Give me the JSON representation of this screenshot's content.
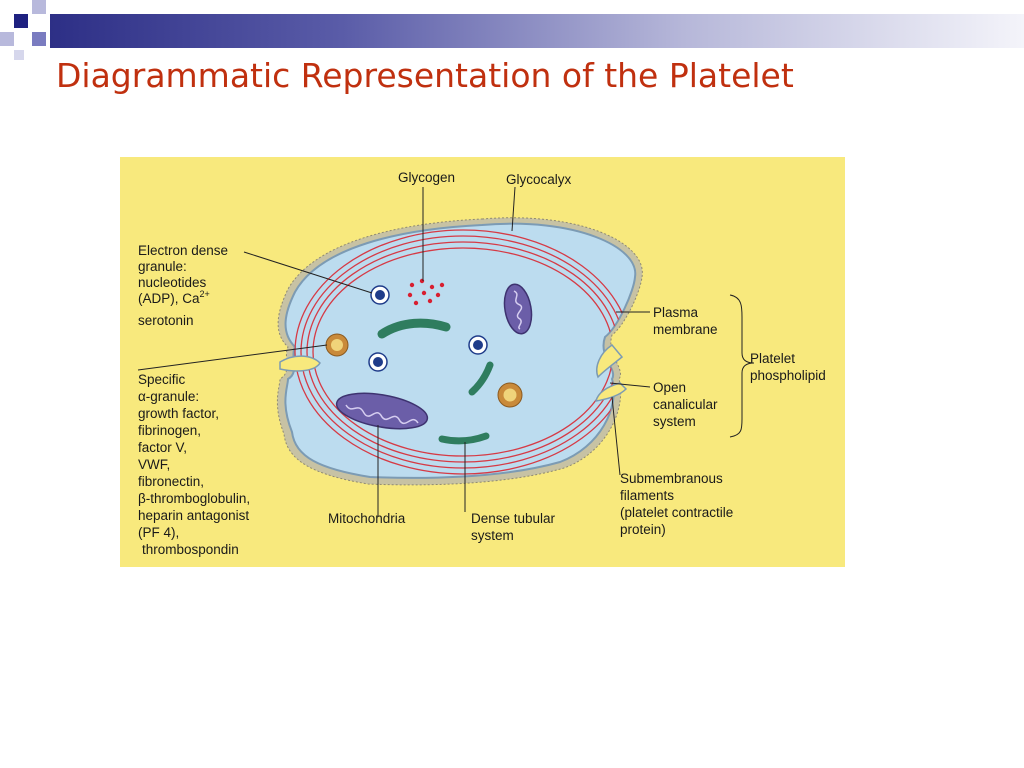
{
  "title": "Diagrammatic Representation of the Platelet",
  "colors": {
    "title": "#c0300f",
    "header_dark": "#2d2f86",
    "panel": "#f8e97d",
    "cytoplasm": "#bcdcef",
    "membrane_lines": "#d63a45",
    "mitochondria": "#6b5ea8",
    "dense_tubular": "#2f7d5f",
    "dense_granule": "#1f3c8a",
    "alpha_granule": "#c98a3a",
    "glycogen": "#d81f30"
  },
  "labels": {
    "glycogen": "Glycogen",
    "glycocalyx": "Glycocalyx",
    "electron_dense": [
      "Electron dense",
      "granule:",
      "nucleotides",
      "(ADP), Ca",
      "serotonin"
    ],
    "ca_superscript": "2+",
    "specific_alpha": [
      "Specific",
      "α-granule:",
      "growth factor,",
      "fibrinogen,",
      "factor V,",
      "VWF,",
      "fibronectin,",
      "β-thromboglobulin,",
      "heparin antagonist",
      "(PF 4),",
      "thrombospondin"
    ],
    "mitochondria": "Mitochondria",
    "dense_tubular": [
      "Dense tubular",
      "system"
    ],
    "plasma_membrane": [
      "Plasma",
      "membrane"
    ],
    "platelet_phospholipid": [
      "Platelet",
      "phospholipid"
    ],
    "open_canalicular": [
      "Open",
      "canalicular",
      "system"
    ],
    "submembranous": [
      "Submembranous",
      "filaments",
      "(platelet contractile",
      "protein)"
    ]
  }
}
